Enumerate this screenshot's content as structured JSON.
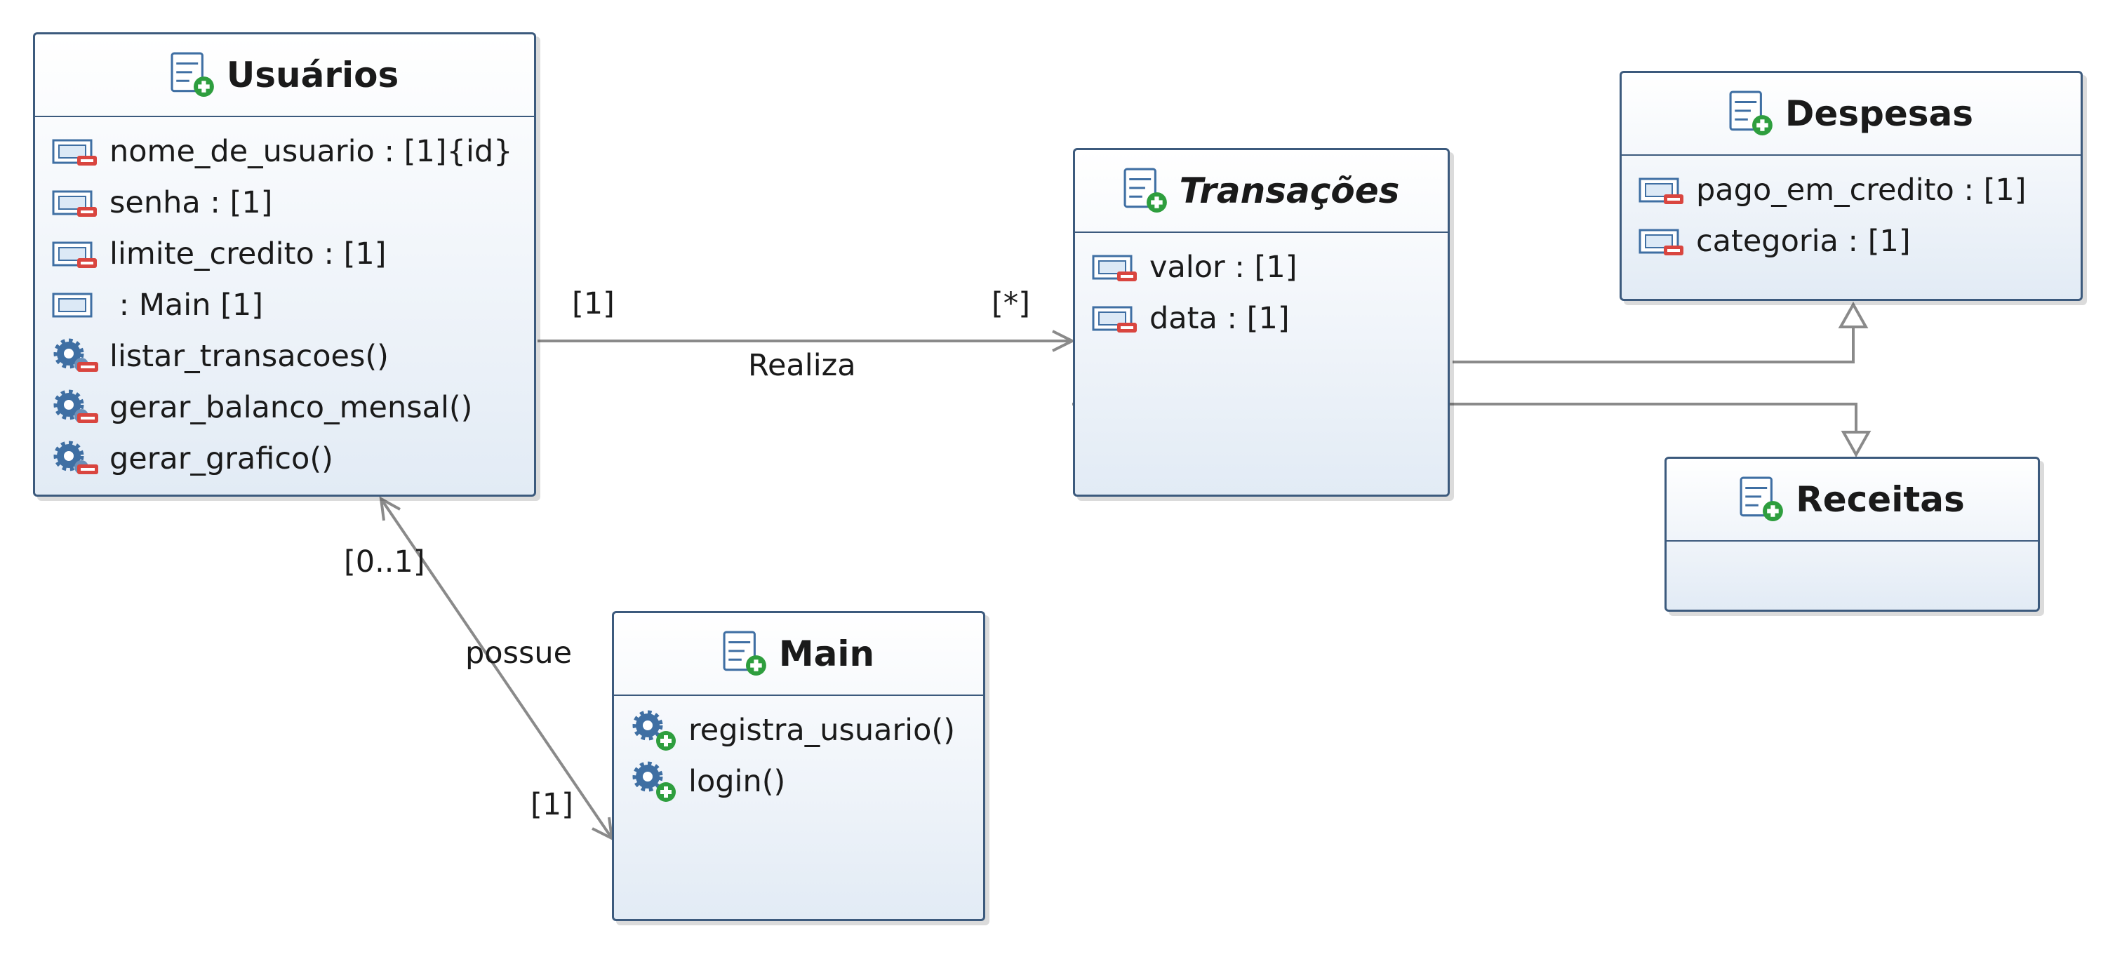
{
  "colors": {
    "line": "#8a8a8a",
    "class_border": "#3c5a7d",
    "class_fill": "#eef3f9",
    "private_marker": "#d9453f",
    "public_marker": "#2e9e3e"
  },
  "classes": {
    "usuarios": {
      "name": "Usuários",
      "icon": "class-icon",
      "attributes": [
        {
          "text": "nome_de_usuario :  [1]{id}",
          "icon": "private-attribute-icon"
        },
        {
          "text": "senha :  [1]",
          "icon": "private-attribute-icon"
        },
        {
          "text": "limite_credito :  [1]",
          "icon": "private-attribute-icon"
        },
        {
          "text": " : Main [1]",
          "icon": "attribute-icon"
        }
      ],
      "operations": [
        {
          "text": "listar_transacoes()",
          "icon": "private-operation-icon"
        },
        {
          "text": "gerar_balanco_mensal()",
          "icon": "private-operation-icon"
        },
        {
          "text": "gerar_grafico()",
          "icon": "private-operation-icon"
        }
      ]
    },
    "transacoes": {
      "name": "Transações",
      "abstract": true,
      "icon": "class-icon",
      "attributes": [
        {
          "text": "valor :  [1]",
          "icon": "private-attribute-icon"
        },
        {
          "text": "data :  [1]",
          "icon": "private-attribute-icon"
        }
      ]
    },
    "despesas": {
      "name": "Despesas",
      "icon": "class-icon",
      "attributes": [
        {
          "text": "pago_em_credito :  [1]",
          "icon": "private-attribute-icon"
        },
        {
          "text": "categoria :  [1]",
          "icon": "private-attribute-icon"
        }
      ]
    },
    "receitas": {
      "name": "Receitas",
      "icon": "class-icon"
    },
    "main": {
      "name": "Main",
      "icon": "class-icon",
      "operations": [
        {
          "text": "registra_usuario()",
          "icon": "public-operation-icon"
        },
        {
          "text": "login()",
          "icon": "public-operation-icon"
        }
      ]
    }
  },
  "relations": {
    "realiza": {
      "name": "Realiza",
      "source_multiplicity": "[1]",
      "target_multiplicity": "[*]"
    },
    "possue": {
      "name": "possue",
      "source_multiplicity": "[0..1]",
      "target_multiplicity": "[1]"
    },
    "generalizations": [
      {
        "from": "Transações",
        "to": "Despesas"
      },
      {
        "from": "Transações",
        "to": "Receitas"
      }
    ]
  }
}
